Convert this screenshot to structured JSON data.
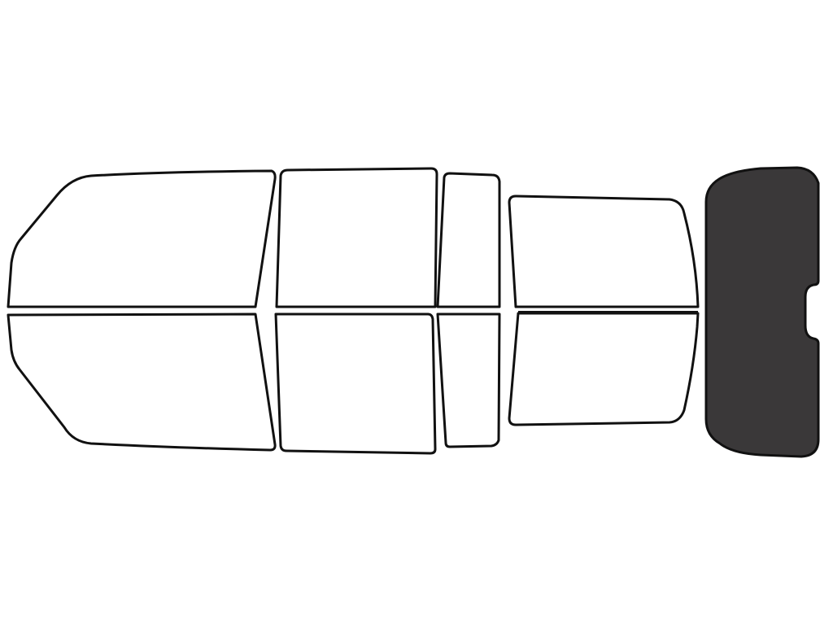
{
  "diagram": {
    "colors": {
      "background": "#ffffff",
      "outline": "#111111",
      "pane_fill": "#ffffff",
      "tinted_fill": "#3a3839"
    },
    "panes": [
      {
        "id": "windshield-top-half",
        "tinted": false
      },
      {
        "id": "front-door-top-half",
        "tinted": false
      },
      {
        "id": "rear-door-top-half",
        "tinted": false
      },
      {
        "id": "quarter-window-top-half",
        "tinted": false
      },
      {
        "id": "side-window-top-half",
        "tinted": false
      },
      {
        "id": "windshield-bottom-half",
        "tinted": false
      },
      {
        "id": "front-door-bottom-half",
        "tinted": false
      },
      {
        "id": "rear-door-bottom-half",
        "tinted": false
      },
      {
        "id": "quarter-window-bottom-half",
        "tinted": false
      },
      {
        "id": "side-window-bottom-half",
        "tinted": false
      },
      {
        "id": "rear-window",
        "tinted": true
      }
    ]
  }
}
